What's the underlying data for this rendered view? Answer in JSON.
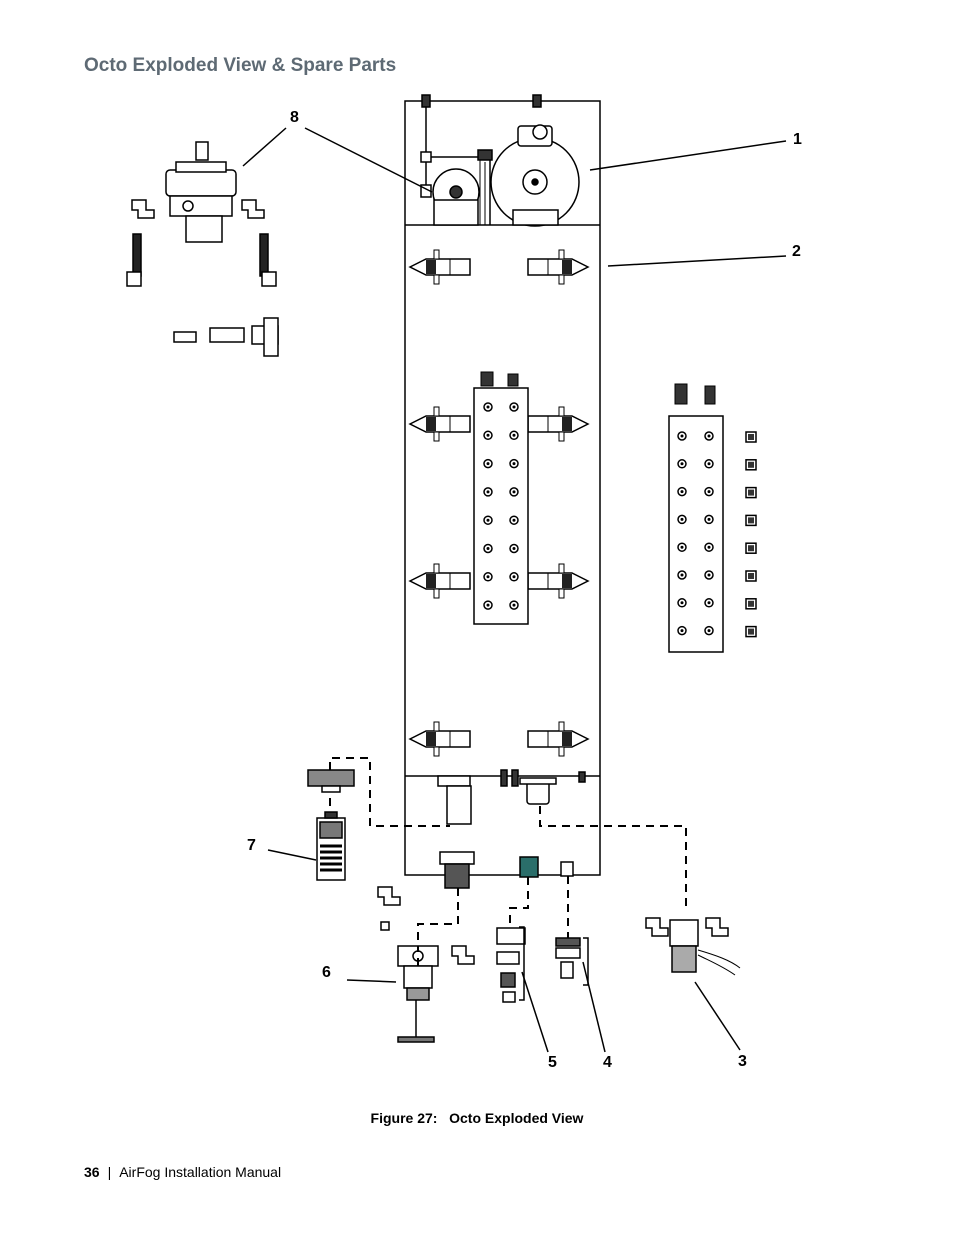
{
  "page": {
    "section_title": "Octo Exploded View & Spare Parts",
    "figure_caption": "Figure 27:   Octo Exploded View",
    "page_number": "36",
    "separator": "|",
    "manual_title": "AirFog Installation Manual"
  },
  "diagram": {
    "callouts": [
      "1",
      "2",
      "3",
      "4",
      "5",
      "6",
      "7",
      "8"
    ]
  }
}
